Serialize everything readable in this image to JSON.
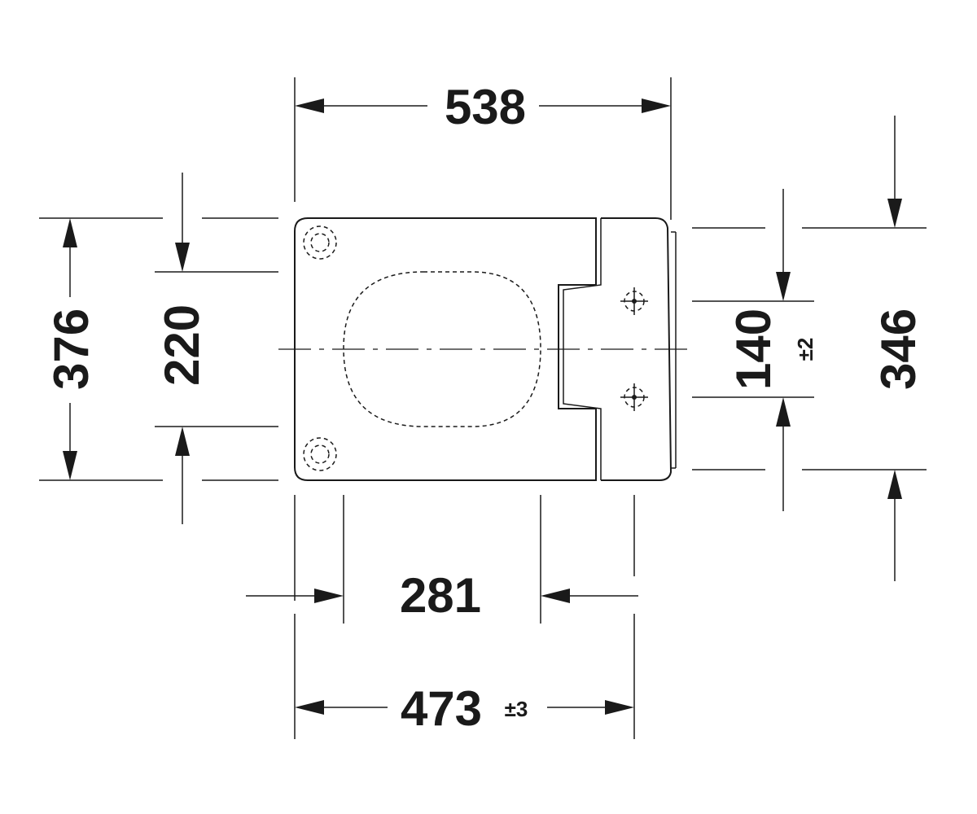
{
  "dimensions": {
    "overall_length": "538",
    "overall_width": "376",
    "bolt_distance_from_front_edge": "220",
    "fixing_spacing": "140",
    "fixing_spacing_tolerance": "±2",
    "rear_width": "346",
    "bowl_opening_length": "281",
    "total_projection": "473",
    "total_projection_tolerance": "±3"
  }
}
